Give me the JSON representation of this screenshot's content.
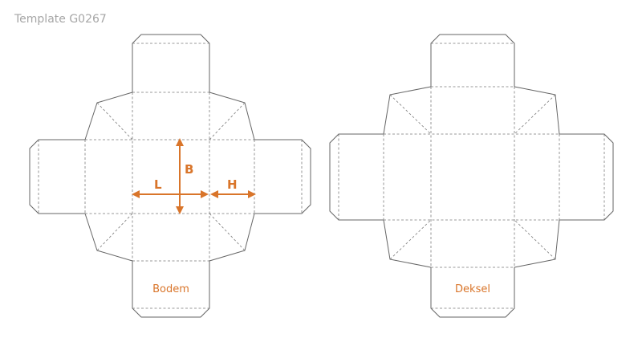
{
  "template_title": "Template G0267",
  "colors": {
    "accent": "#d9752a",
    "cut_line": "#666666",
    "fold_line": "#7a7a7a",
    "title": "#a6a6a6"
  },
  "dimensions": {
    "length_label": "L",
    "width_label": "B",
    "height_label": "H"
  },
  "panels": {
    "bottom_label": "Bodem",
    "lid_label": "Deksel"
  }
}
